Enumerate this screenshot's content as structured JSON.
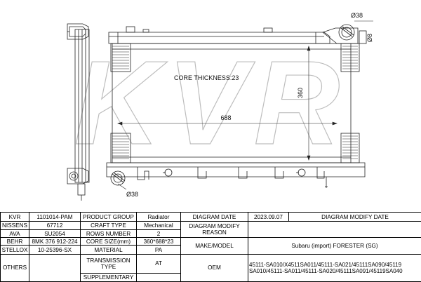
{
  "drawing": {
    "watermark": "KVR",
    "core_thickness": "CORE THICKNESS:23",
    "width_dim": "688",
    "height_dim": "360",
    "dia_top": "Ø38",
    "dia_bottom": "Ø38",
    "dia_side": "Ø8"
  },
  "table": {
    "kvr_label": "KVR",
    "kvr_value": "1101014-PAM",
    "nissens_label": "NISSENS",
    "nissens_value": "67712",
    "ava_label": "AVA",
    "ava_value": "SU2054",
    "behr_label": "BEHR",
    "behr_value": "8MK 376 912-224",
    "stellox_label": "STELLOX",
    "stellox_value": "10-25396-SX",
    "others_label": "OTHERS",
    "product_group_label": "PRODUCT GROUP",
    "product_group_value": "Radiator",
    "craft_type_label": "CRAFT TYPE",
    "craft_type_value": "Mechanical",
    "rows_number_label": "ROWS NUMBER",
    "rows_number_value": "2",
    "core_size_label": "CORE SIZE(mm)",
    "core_size_value": "360*688*23",
    "material_label": "MATERIAL",
    "material_value": "PA",
    "transmission_label": "TRANSMISSION TYPE",
    "transmission_value": "AT",
    "supplementary_label": "SUPPLEMENTARY",
    "diagram_date_label": "DIAGRAM DATE",
    "diagram_date_value": "2023.09.07",
    "diagram_modify_date_label": "DIAGRAM MODIFY DATE",
    "diagram_modify_reason_label": "DIAGRAM MODIFY REASON",
    "make_model_label": "MAKE/MODEL",
    "make_model_value": "Subaru (import) FORESTER (SG)",
    "oem_label": "OEM",
    "oem_line1": "45111-SA010/X4511SA011/45111-SA021/45111SA090/45119",
    "oem_line2": "SA010/45111-SA011/45111-SA020/45111SA091/45119SA040"
  }
}
